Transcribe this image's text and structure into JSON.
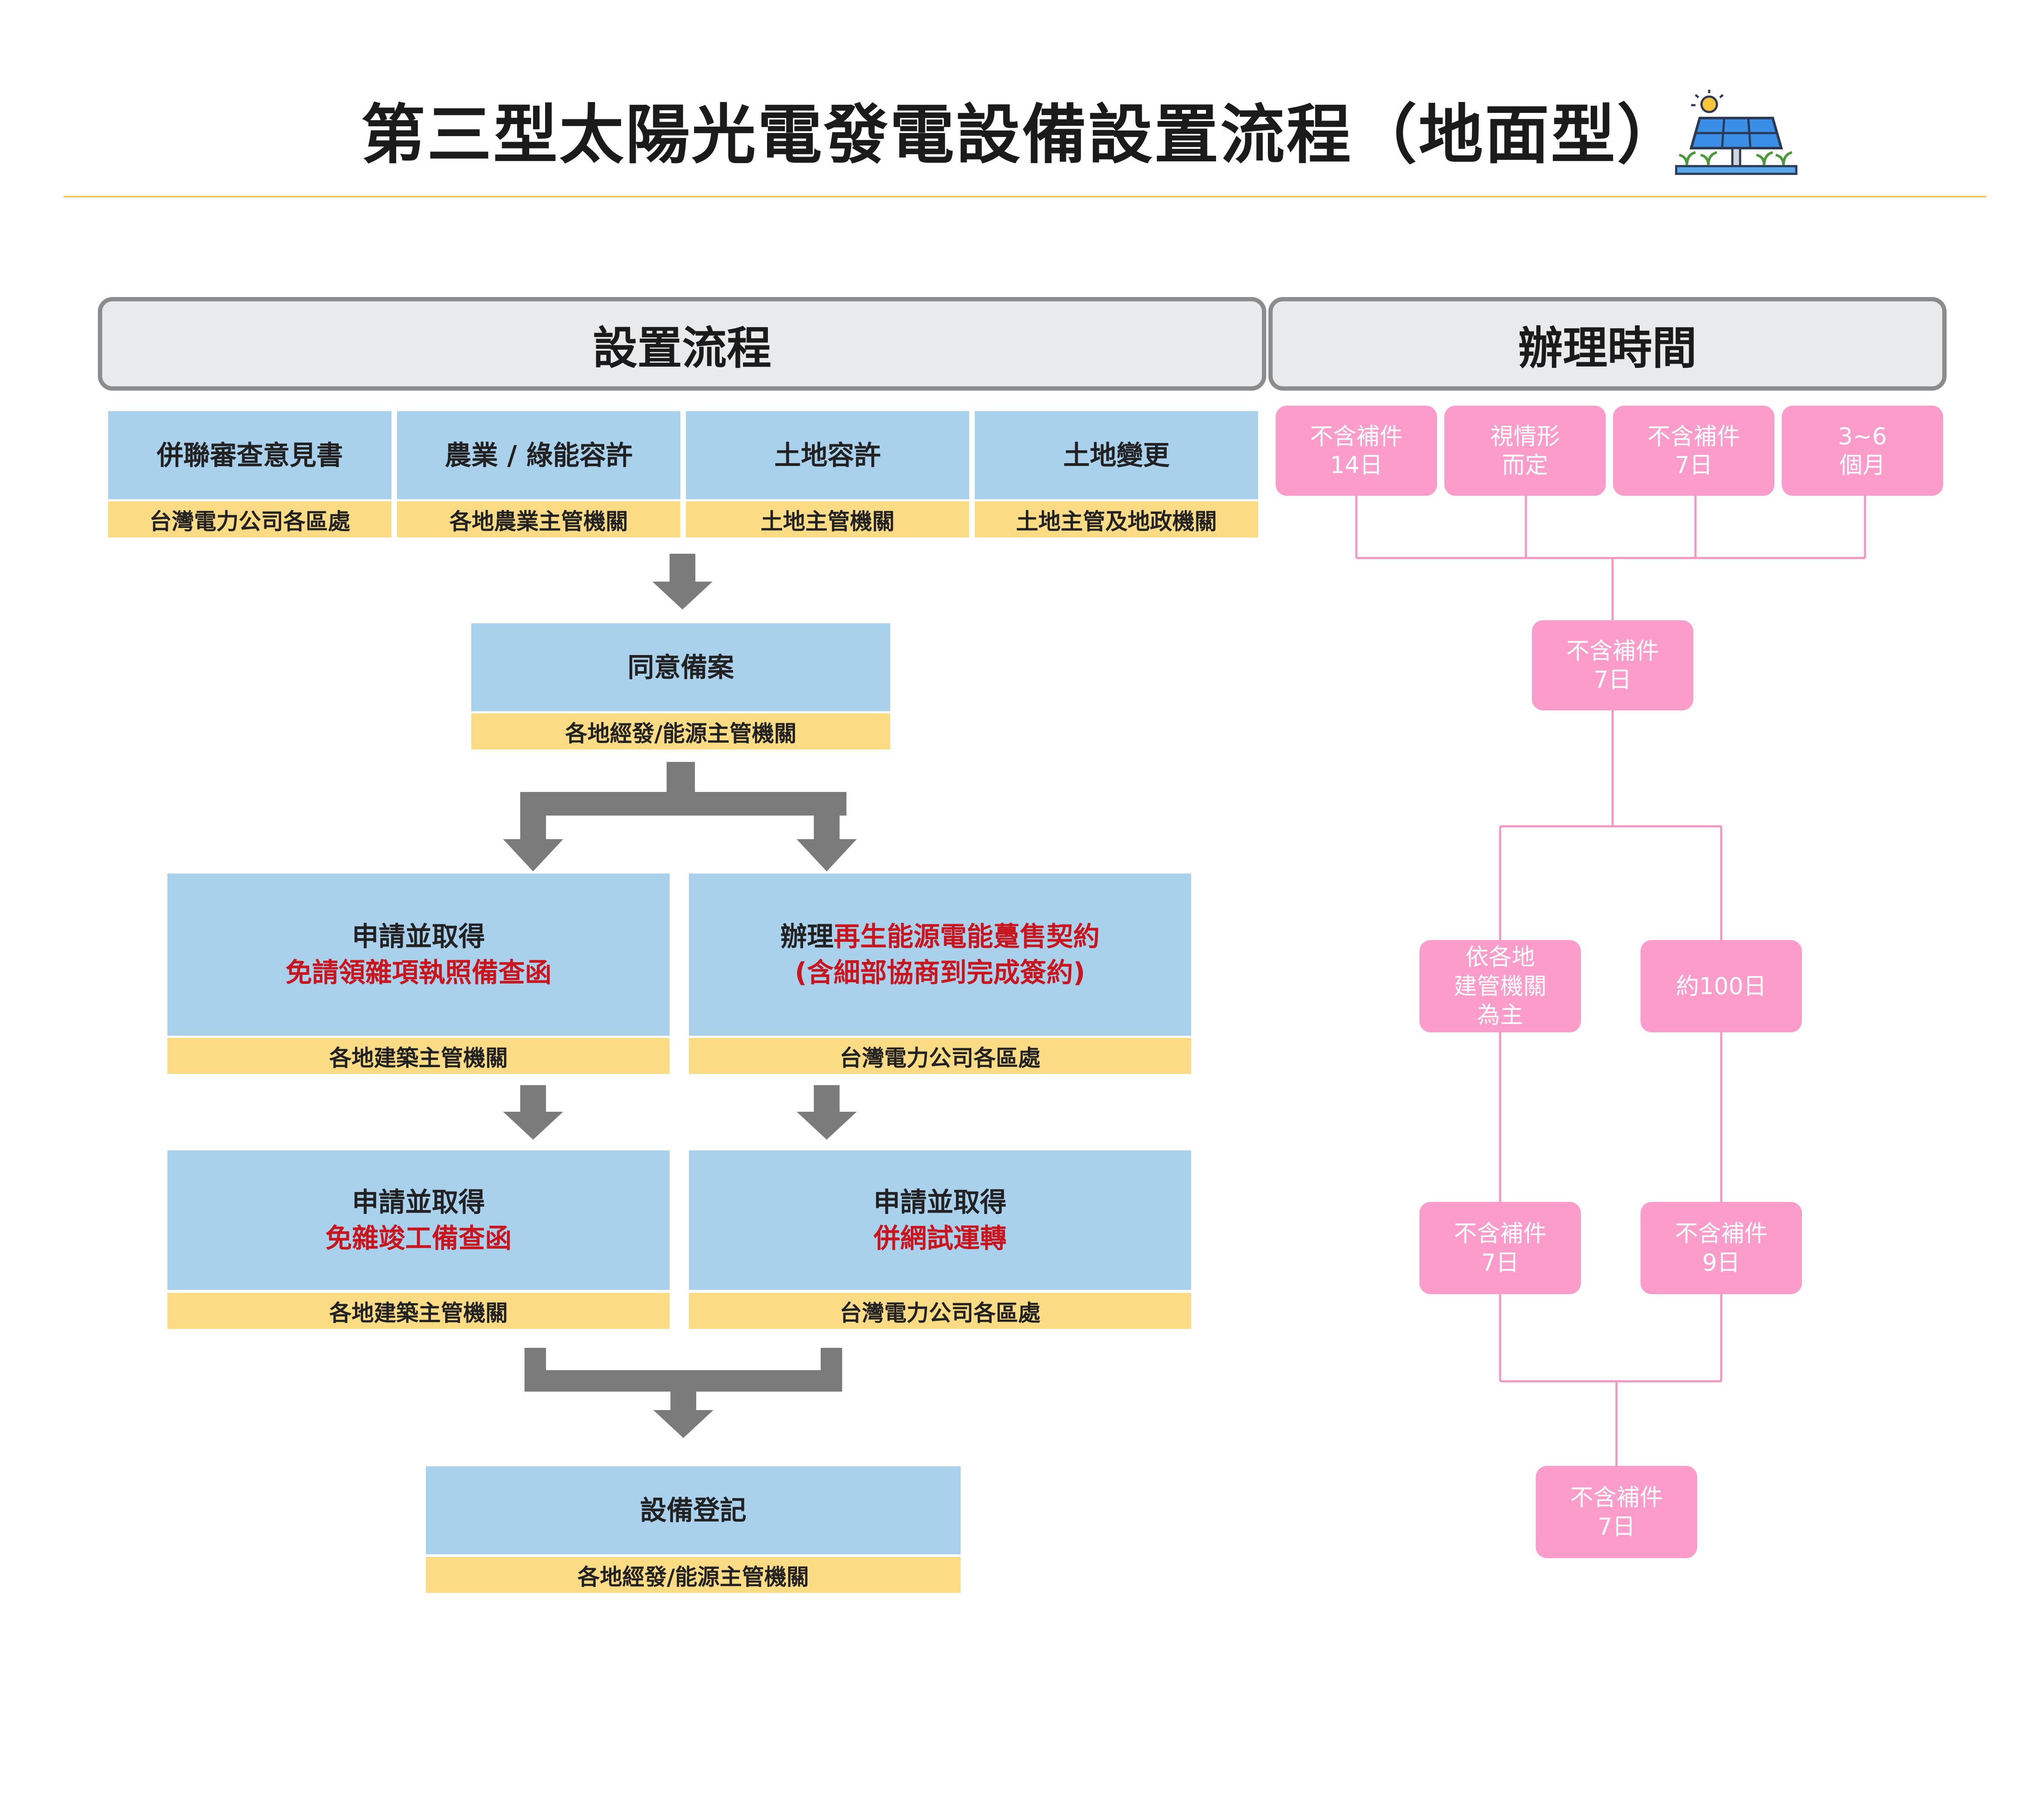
{
  "title": "第三型太陽光電發電設備設置流程（地面型）",
  "headers": {
    "process": "設置流程",
    "time": "辦理時間"
  },
  "top_steps": [
    {
      "label": "併聯審查意見書",
      "agency": "台灣電力公司各區處"
    },
    {
      "label": "農業 / 綠能容許",
      "agency": "各地農業主管機關"
    },
    {
      "label": "土地容許",
      "agency": "土地主管機關"
    },
    {
      "label": "土地變更",
      "agency": "土地主管及地政機關"
    }
  ],
  "consent": {
    "label": "同意備案",
    "agency": "各地經發/能源主管機關"
  },
  "left_branch": {
    "step1": {
      "line1": "申請並取得",
      "line2_red": "免請領雜項執照備查函",
      "agency": "各地建築主管機關"
    },
    "step2": {
      "line1": "申請並取得",
      "line2_red": "免雜竣工備查函",
      "agency": "各地建築主管機關"
    }
  },
  "right_branch": {
    "step1": {
      "line1_prefix": "辦理",
      "line1_red": "再生能源電能躉售契約",
      "line2_red": "(含細部協商到完成簽約)",
      "agency": "台灣電力公司各區處"
    },
    "step2": {
      "line1": "申請並取得",
      "line2_red": "併網試運轉",
      "agency": "台灣電力公司各區處"
    }
  },
  "final": {
    "label": "設備登記",
    "agency": "各地經發/能源主管機關"
  },
  "times": {
    "top": [
      {
        "l1": "不含補件",
        "l2": "14日"
      },
      {
        "l1": "視情形",
        "l2": "而定"
      },
      {
        "l1": "不含補件",
        "l2": "7日"
      },
      {
        "l1": "3~6",
        "l2": "個月"
      }
    ],
    "consent": {
      "l1": "不含補件",
      "l2": "7日"
    },
    "left1": {
      "l1": "依各地",
      "l2": "建管機關",
      "l3": "為主"
    },
    "right1": {
      "l1": "約100日"
    },
    "left2": {
      "l1": "不含補件",
      "l2": "7日"
    },
    "right2": {
      "l1": "不含補件",
      "l2": "9日"
    },
    "final": {
      "l1": "不含補件",
      "l2": "7日"
    }
  },
  "colors": {
    "blue_box": "#a9d1ec",
    "yellow_band": "#fbdc85",
    "pink_box": "#fb9ccb",
    "arrow": "#7b7b7b",
    "red_text": "#c8151e",
    "rule": "#f3c95a"
  },
  "icons": [
    "solar-panel-icon"
  ]
}
